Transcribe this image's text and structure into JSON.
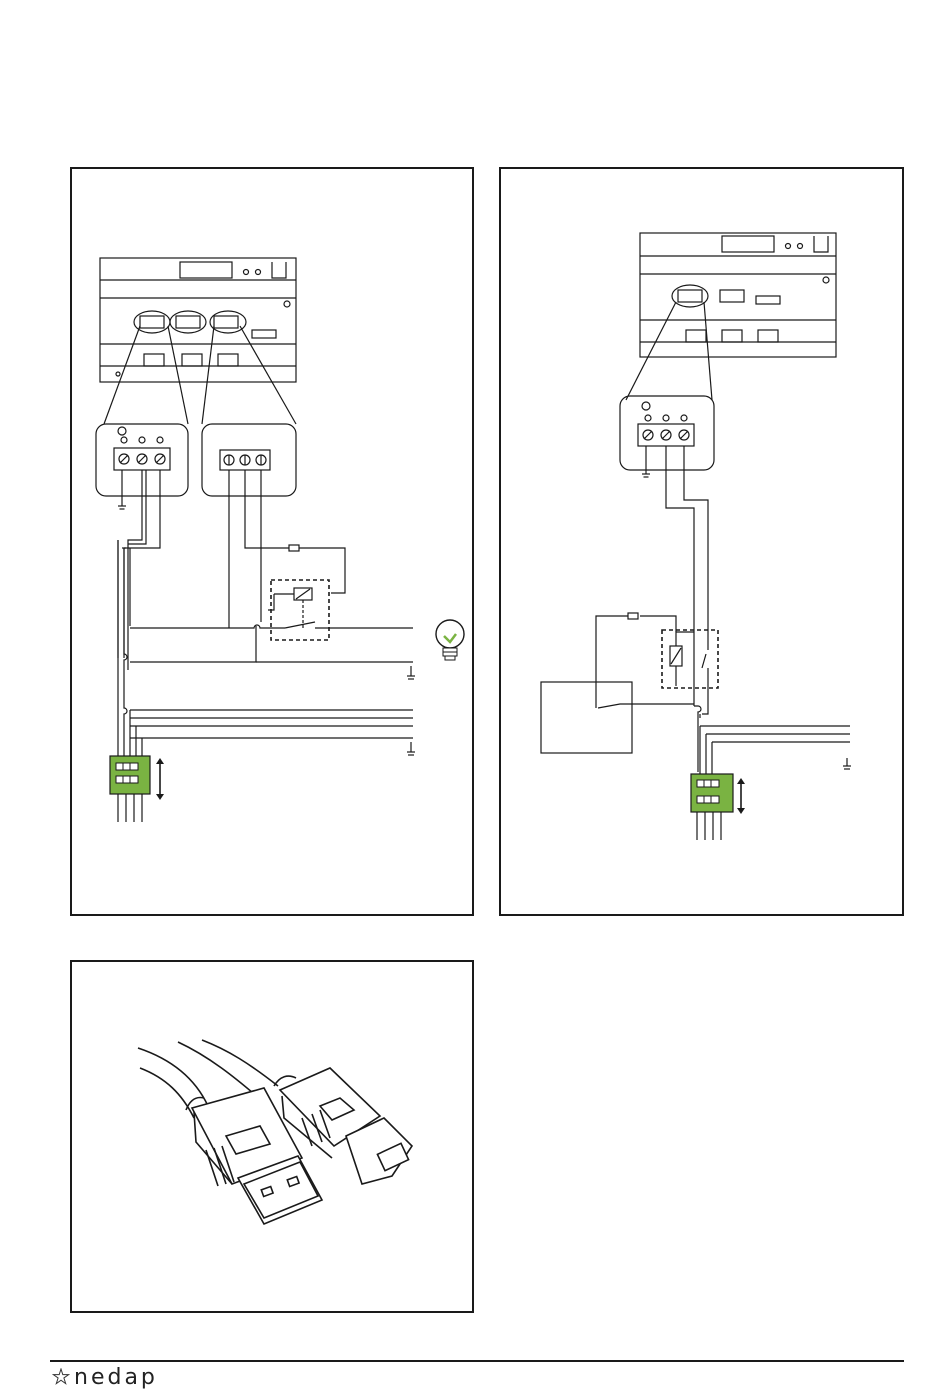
{
  "panels": {
    "top_left": {
      "description_id": "light-output-wiring"
    },
    "top_right": {
      "description_id": "relay-output-wiring"
    },
    "bottom_left": {
      "description_id": "usb-cable"
    }
  },
  "footer": {
    "brand": "nedap"
  },
  "colors": {
    "terminal_green": "#7ab342",
    "line": "#1a1a1a",
    "bulb_green": "#a9cf58"
  }
}
